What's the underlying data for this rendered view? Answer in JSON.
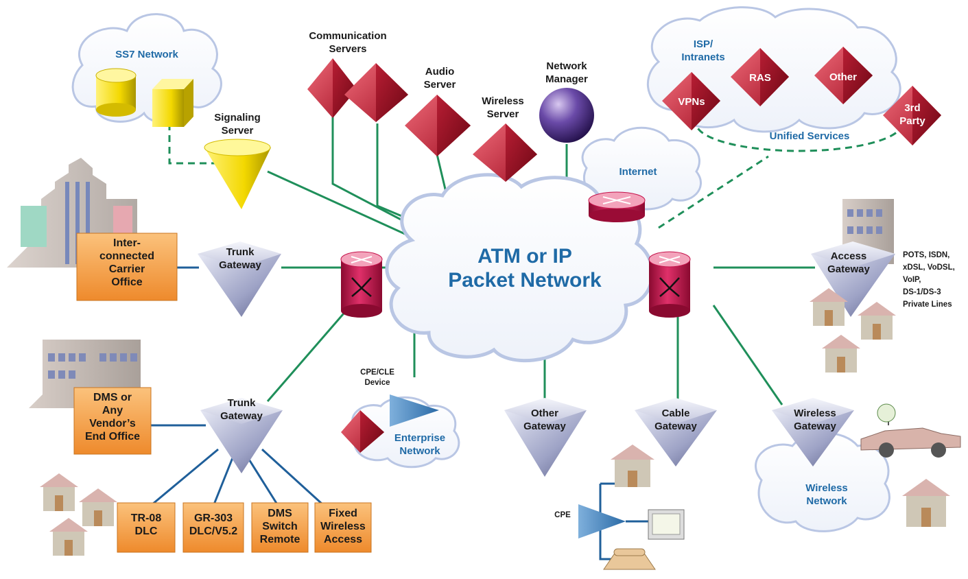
{
  "core": {
    "line1": "ATM or IP",
    "line2": "Packet Network"
  },
  "clouds": {
    "ss7": "SS7 Network",
    "isp_line1": "ISP/",
    "isp_line2": "Intranets",
    "internet": "Internet",
    "unified": "Unified Services",
    "enterprise_line1": "Enterprise",
    "enterprise_line2": "Network",
    "wireless_line1": "Wireless",
    "wireless_line2": "Network"
  },
  "servers": {
    "communication_line1": "Communication",
    "communication_line2": "Servers",
    "audio_line1": "Audio",
    "audio_line2": "Server",
    "wireless_line1": "Wireless",
    "wireless_line2": "Server",
    "manager_line1": "Network",
    "manager_line2": "Manager",
    "signaling_line1": "Signaling",
    "signaling_line2": "Server"
  },
  "services": {
    "vpns": "VPNs",
    "ras": "RAS",
    "other": "Other",
    "third_line1": "3rd",
    "third_line2": "Party"
  },
  "gateways": {
    "trunk1_line1": "Trunk",
    "trunk1_line2": "Gateway",
    "trunk2_line1": "Trunk",
    "trunk2_line2": "Gateway",
    "access_line1": "Access",
    "access_line2": "Gateway",
    "other_line1": "Other",
    "other_line2": "Gateway",
    "cable_line1": "Cable",
    "cable_line2": "Gateway",
    "wireless_line1": "Wireless",
    "wireless_line2": "Gateway"
  },
  "offices": {
    "carrier": [
      "Inter-",
      "connected",
      "Carrier",
      "Office"
    ],
    "end_office": [
      "DMS or",
      "Any",
      "Vendor’s",
      "End Office"
    ]
  },
  "access_boxes": {
    "tr08": [
      "TR-08",
      "DLC"
    ],
    "gr303": [
      "GR-303",
      "DLC/V5.2"
    ],
    "dms_remote": [
      "DMS",
      "Switch",
      "Remote"
    ],
    "fixed_wireless": [
      "Fixed",
      "Wireless",
      "Access"
    ]
  },
  "access_services": [
    "POTS, ISDN,",
    "xDSL, VoDSL,",
    "VoIP,",
    "DS-1/DS-3",
    "Private Lines"
  ],
  "devices": {
    "cpe_cle_line1": "CPE/CLE",
    "cpe_cle_line2": "Device",
    "cpe": "CPE"
  },
  "colors": {
    "accent_blue": "#1f6aa6",
    "green_line": "#1f8f5a",
    "blue_line": "#1f5f9a",
    "orange_box": "#f29a3a",
    "red_server": "#c0283a",
    "router_magenta": "#c4124a"
  }
}
